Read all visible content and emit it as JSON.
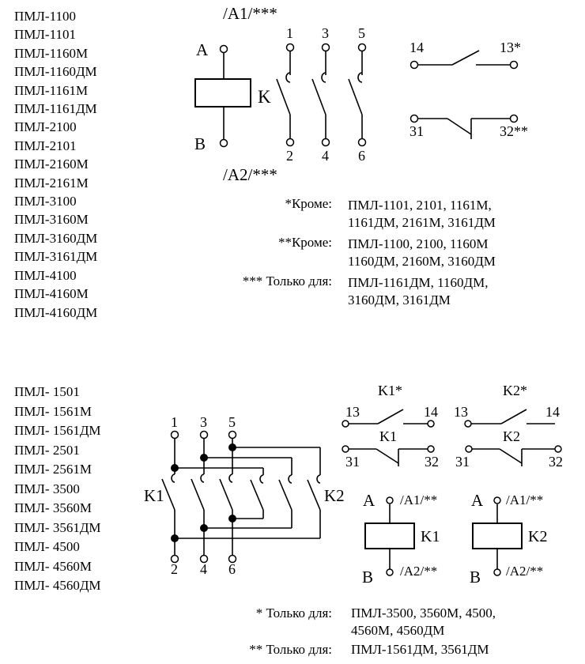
{
  "top": {
    "models": [
      "ПМЛ-1100",
      "ПМЛ-1101",
      "ПМЛ-1160М",
      "ПМЛ-1160ДМ",
      "ПМЛ-1161М",
      "ПМЛ-1161ДМ",
      "ПМЛ-2100",
      "ПМЛ-2101",
      "ПМЛ-2160М",
      "ПМЛ-2161М",
      "ПМЛ-3100",
      "ПМЛ-3160М",
      "ПМЛ-3160ДМ",
      "ПМЛ-3161ДМ",
      "ПМЛ-4100",
      "ПМЛ-4160М",
      "ПМЛ-4160ДМ"
    ],
    "label_a1": "/A1/***",
    "label_a2": "/A2/***",
    "coil_a": "A",
    "coil_b": "B",
    "coil_k": "K",
    "pole_top": [
      "1",
      "3",
      "5"
    ],
    "pole_bottom": [
      "2",
      "4",
      "6"
    ],
    "aux_no": {
      "left": "14",
      "right": "13*"
    },
    "aux_nc": {
      "left": "31",
      "right": "32**"
    },
    "notes": [
      {
        "label": "*Кроме:",
        "lines": [
          "ПМЛ-1101, 2101, 1161М,",
          "1161ДМ, 2161М, 3161ДМ"
        ]
      },
      {
        "label": "**Кроме:",
        "lines": [
          "ПМЛ-1100, 2100, 1160М",
          "1160ДМ, 2160М, 3160ДМ"
        ]
      },
      {
        "label": "*** Только для:",
        "lines": [
          "ПМЛ-1161ДМ, 1160ДМ,",
          "3160ДМ, 3161ДМ"
        ]
      }
    ]
  },
  "bottom": {
    "models": [
      "ПМЛ- 1501",
      "ПМЛ- 1561М",
      "ПМЛ- 1561ДМ",
      "ПМЛ- 2501",
      "ПМЛ- 2561М",
      "ПМЛ- 3500",
      "ПМЛ- 3560М",
      "ПМЛ- 3561ДМ",
      "ПМЛ- 4500",
      "ПМЛ- 4560М",
      "ПМЛ- 4560ДМ"
    ],
    "pole_top": [
      "1",
      "3",
      "5"
    ],
    "pole_bottom": [
      "2",
      "4",
      "6"
    ],
    "k1_label": "K1",
    "k2_label": "K2",
    "aux": {
      "k1_no_title": "K1*",
      "k2_no_title": "K2*",
      "k1_nc_title": "K1",
      "k2_nc_title": "K2",
      "no_left": "13",
      "no_right": "14",
      "nc_left": "31",
      "nc_right": "32"
    },
    "coil1": {
      "a": "A",
      "b": "B",
      "a1": "/A1/**",
      "a2": "/A2/**",
      "k": "K1"
    },
    "coil2": {
      "a": "A",
      "b": "B",
      "a1": "/A1/**",
      "a2": "/A2/**",
      "k": "K2"
    },
    "notes": [
      {
        "label": "* Только для:",
        "lines": [
          "ПМЛ-3500, 3560М, 4500,",
          "4560М, 4560ДМ"
        ]
      },
      {
        "label": "** Только для:",
        "lines": [
          "ПМЛ-1561ДМ, 3561ДМ"
        ]
      }
    ]
  }
}
